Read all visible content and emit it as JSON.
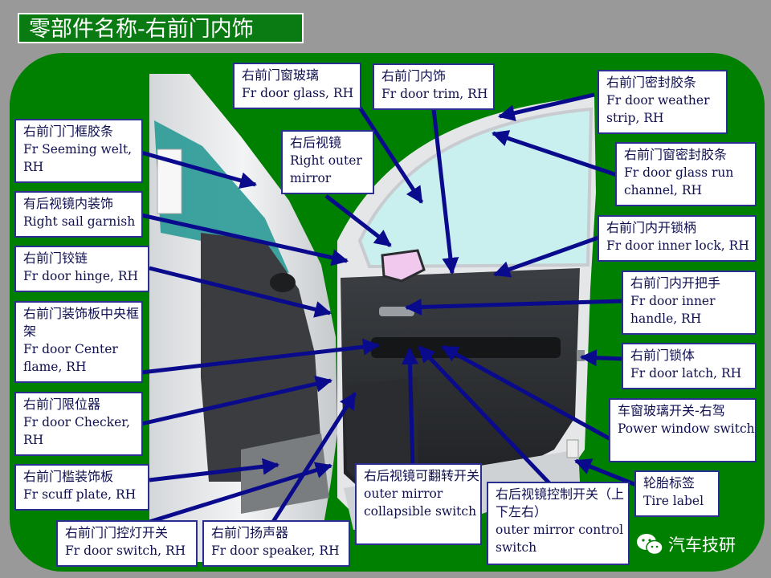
{
  "title": "零部件名称-右前门内饰",
  "labels": [
    {
      "id": "glass",
      "zh": "右前门窗玻璃",
      "en": "Fr door glass, RH"
    },
    {
      "id": "trim",
      "zh": "右前门内饰",
      "en": "Fr door trim, RH"
    },
    {
      "id": "weather_strip",
      "zh": "右前门密封胶条",
      "en": "Fr door weather strip, RH"
    },
    {
      "id": "seeming_welt",
      "zh": "右前门门框胶条",
      "en": "Fr Seeming welt, RH"
    },
    {
      "id": "outer_mirror",
      "zh": "右后视镜",
      "en": "Right outer mirror"
    },
    {
      "id": "run_channel",
      "zh": "右前门窗密封胶条",
      "en": "Fr door glass run channel, RH"
    },
    {
      "id": "sail_garnish",
      "zh": "有后视镜内装饰",
      "en": "Right sail garnish"
    },
    {
      "id": "inner_lock",
      "zh": "右前门内开锁柄",
      "en": "Fr door inner lock, RH"
    },
    {
      "id": "hinge",
      "zh": "右前门铰链",
      "en": "Fr door hinge, RH"
    },
    {
      "id": "inner_handle",
      "zh": "右前门内开把手",
      "en": "Fr door inner handle, RH"
    },
    {
      "id": "center_frame",
      "zh": "右前门装饰板中央框架",
      "en": "Fr door Center flame, RH"
    },
    {
      "id": "latch",
      "zh": "右前门锁体",
      "en": "Fr door latch, RH"
    },
    {
      "id": "checker",
      "zh": "右前门限位器",
      "en": "Fr door Checker, RH"
    },
    {
      "id": "power_window",
      "zh": "车窗玻璃开关-右驾",
      "en": "Power window switch"
    },
    {
      "id": "scuff_plate",
      "zh": "右前门槛装饰板",
      "en": "Fr scuff plate, RH"
    },
    {
      "id": "mirror_fold",
      "zh": "右后视镜可翻转开关",
      "en": "outer mirror collapsible switch"
    },
    {
      "id": "tire_label",
      "zh": "轮胎标签",
      "en": "Tire label"
    },
    {
      "id": "mirror_control",
      "zh": "右后视镜控制开关（上下左右）",
      "en": "outer mirror control switch"
    },
    {
      "id": "door_switch",
      "zh": "右前门门控灯开关",
      "en": "Fr door switch, RH"
    },
    {
      "id": "speaker",
      "zh": "右前门扬声器",
      "en": "Fr door speaker, RH"
    }
  ],
  "watermark": "汽车技研",
  "colors": {
    "background": "#999999",
    "panel": "#008000",
    "title_bg": "#0a7a12",
    "label_border": "#2a2f8f",
    "arrow": "#0a0a8c"
  }
}
